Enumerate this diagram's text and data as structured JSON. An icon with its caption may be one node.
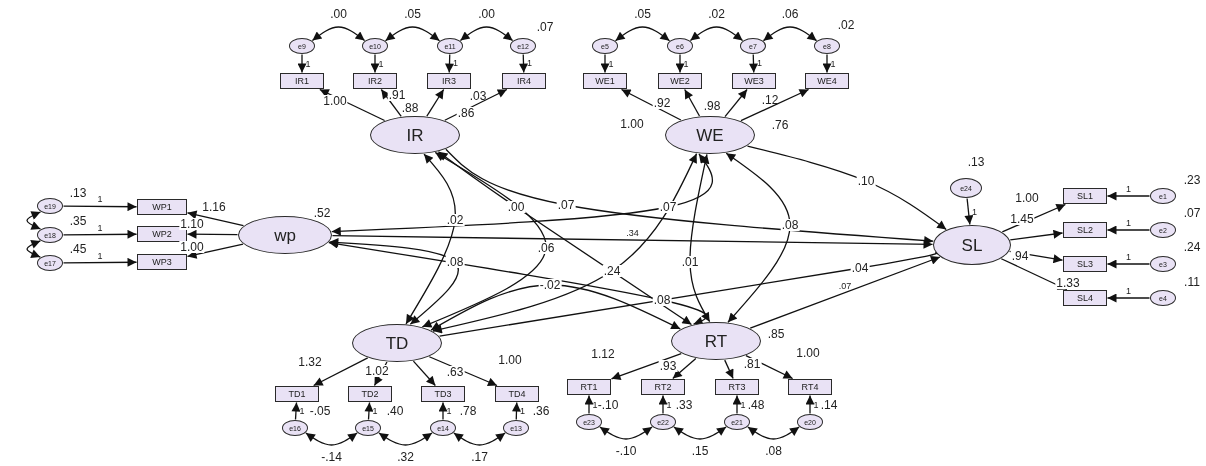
{
  "diagram": {
    "nodes": [
      {
        "text": [
          "e9"
        ]
      },
      {
        "text": [
          "e10"
        ]
      },
      {
        "text": [
          "e11"
        ]
      },
      {
        "text": [
          "e12"
        ]
      },
      {
        "text": [
          "e5"
        ]
      },
      {
        "text": [
          "e6"
        ]
      },
      {
        "text": [
          "e7"
        ]
      },
      {
        "text": [
          "e8"
        ]
      },
      {
        "text": [
          "IR1"
        ]
      },
      {
        "text": [
          "IR2"
        ]
      },
      {
        "text": [
          "IR3"
        ]
      },
      {
        "text": [
          "IR4"
        ]
      },
      {
        "text": [
          "WE1"
        ]
      },
      {
        "text": [
          "WE2"
        ]
      },
      {
        "text": [
          "WE3"
        ]
      },
      {
        "text": [
          "WE4"
        ]
      },
      {
        "text": [
          "IR"
        ]
      },
      {
        "text": [
          "WE"
        ]
      },
      {
        "text": [
          "e24"
        ]
      },
      {
        "text": [
          "e19"
        ]
      },
      {
        "text": [
          "WP1"
        ]
      },
      {
        "text": [
          "SL1"
        ]
      },
      {
        "text": [
          "e1"
        ]
      },
      {
        "text": [
          "e18"
        ]
      },
      {
        "text": [
          "WP2"
        ]
      },
      {
        "text": [
          "wp"
        ]
      },
      {
        "text": [
          "SL"
        ]
      },
      {
        "text": [
          "SL2"
        ]
      },
      {
        "text": [
          "e2"
        ]
      },
      {
        "text": [
          "e17"
        ]
      },
      {
        "text": [
          "WP3"
        ]
      },
      {
        "text": [
          "SL3"
        ]
      },
      {
        "text": [
          "e3"
        ]
      },
      {
        "text": [
          "SL4"
        ]
      },
      {
        "text": [
          "e4"
        ]
      },
      {
        "text": [
          "TD"
        ]
      },
      {
        "text": [
          "RT"
        ]
      },
      {
        "text": [
          "TD1"
        ]
      },
      {
        "text": [
          "TD2"
        ]
      },
      {
        "text": [
          "TD3"
        ]
      },
      {
        "text": [
          "TD4"
        ]
      },
      {
        "text": [
          "RT1"
        ]
      },
      {
        "text": [
          "RT2"
        ]
      },
      {
        "text": [
          "RT3"
        ]
      },
      {
        "text": [
          "RT4"
        ]
      },
      {
        "text": [
          "e16"
        ]
      },
      {
        "text": [
          "e15"
        ]
      },
      {
        "text": [
          "e14"
        ]
      },
      {
        "text": [
          "e13"
        ]
      },
      {
        "text": [
          "e23"
        ]
      },
      {
        "text": [
          "e22"
        ]
      },
      {
        "text": [
          "e21"
        ]
      },
      {
        "text": [
          "e20"
        ]
      }
    ],
    "edges": [
      {
        "from": 0,
        "to": 8,
        "arrow": "to",
        "label": "1"
      },
      {
        "from": 1,
        "to": 9,
        "arrow": "to",
        "label": "1"
      },
      {
        "from": 2,
        "to": 10,
        "arrow": "to",
        "label": "1"
      },
      {
        "from": 3,
        "to": 11,
        "arrow": "to",
        "label": "1"
      },
      {
        "from": 4,
        "to": 12,
        "arrow": "to",
        "label": "1"
      },
      {
        "from": 5,
        "to": 13,
        "arrow": "to",
        "label": "1"
      },
      {
        "from": 6,
        "to": 14,
        "arrow": "to",
        "label": "1"
      },
      {
        "from": 7,
        "to": 15,
        "arrow": "to",
        "label": "1"
      },
      {
        "from": 19,
        "to": 20,
        "arrow": "to",
        "label": "1"
      },
      {
        "from": 23,
        "to": 24,
        "arrow": "to",
        "label": "1"
      },
      {
        "from": 29,
        "to": 30,
        "arrow": "to",
        "label": "1"
      },
      {
        "from": 22,
        "to": 21,
        "arrow": "to",
        "label": "1"
      },
      {
        "from": 28,
        "to": 27,
        "arrow": "to",
        "label": "1"
      },
      {
        "from": 32,
        "to": 31,
        "arrow": "to",
        "label": "1"
      },
      {
        "from": 34,
        "to": 33,
        "arrow": "to",
        "label": "1"
      },
      {
        "from": 18,
        "to": 26,
        "arrow": "to",
        "label": "1"
      },
      {
        "from": 45,
        "to": 37,
        "arrow": "to",
        "label": "1"
      },
      {
        "from": 46,
        "to": 38,
        "arrow": "to",
        "label": "1"
      },
      {
        "from": 47,
        "to": 39,
        "arrow": "to",
        "label": "1"
      },
      {
        "from": 48,
        "to": 40,
        "arrow": "to",
        "label": "1"
      },
      {
        "from": 49,
        "to": 41,
        "arrow": "to",
        "label": "1"
      },
      {
        "from": 50,
        "to": 42,
        "arrow": "to",
        "label": "1"
      },
      {
        "from": 51,
        "to": 43,
        "arrow": "to",
        "label": "1"
      },
      {
        "from": 52,
        "to": 44,
        "arrow": "to",
        "label": "1"
      },
      {
        "from": 16,
        "to": 8,
        "arrow": "to",
        "label": "1.00"
      },
      {
        "from": 16,
        "to": 9,
        "arrow": "to",
        "label": ".91"
      },
      {
        "from": 16,
        "to": 10,
        "arrow": "to",
        "label": ".88"
      },
      {
        "from": 16,
        "to": 11,
        "arrow": "to",
        "label": ".86"
      },
      {
        "from": 17,
        "to": 12,
        "arrow": "to",
        "label": "1.00"
      },
      {
        "from": 17,
        "to": 13,
        "arrow": "to",
        "label": ".92"
      },
      {
        "from": 17,
        "to": 14,
        "arrow": "to",
        "label": ".98"
      },
      {
        "from": 17,
        "to": 15,
        "arrow": "to",
        "label": ".76"
      },
      {
        "from": 25,
        "to": 20,
        "arrow": "to",
        "label": "1.16"
      },
      {
        "from": 25,
        "to": 24,
        "arrow": "to",
        "label": "1.10"
      },
      {
        "from": 25,
        "to": 30,
        "arrow": "to",
        "label": "1.00"
      },
      {
        "from": 26,
        "to": 21,
        "arrow": "to",
        "label": "1.00"
      },
      {
        "from": 26,
        "to": 27,
        "arrow": "to",
        "label": "1.45"
      },
      {
        "from": 26,
        "to": 31,
        "arrow": "to",
        "label": ".94"
      },
      {
        "from": 26,
        "to": 33,
        "arrow": "to",
        "label": "1.33"
      },
      {
        "from": 35,
        "to": 37,
        "arrow": "to",
        "label": "1.32"
      },
      {
        "from": 35,
        "to": 38,
        "arrow": "to",
        "label": "1.02"
      },
      {
        "from": 35,
        "to": 39,
        "arrow": "to",
        "label": ".63"
      },
      {
        "from": 35,
        "to": 40,
        "arrow": "to",
        "label": "1.00"
      },
      {
        "from": 36,
        "to": 41,
        "arrow": "to",
        "label": "1.12"
      },
      {
        "from": 36,
        "to": 42,
        "arrow": "to",
        "label": ".93"
      },
      {
        "from": 36,
        "to": 43,
        "arrow": "to",
        "label": ".81"
      },
      {
        "from": 36,
        "to": 44,
        "arrow": "to",
        "label": "1.00"
      },
      {
        "from": 0,
        "to": 1,
        "arrow": "both",
        "label": ".00"
      },
      {
        "from": 1,
        "to": 2,
        "arrow": "both",
        "label": ".05"
      },
      {
        "from": 2,
        "to": 3,
        "arrow": "both",
        "label": ".00"
      },
      {
        "from": 4,
        "to": 5,
        "arrow": "both",
        "label": ".05"
      },
      {
        "from": 5,
        "to": 6,
        "arrow": "both",
        "label": ".02"
      },
      {
        "from": 6,
        "to": 7,
        "arrow": "both",
        "label": ".06"
      },
      {
        "from": 19,
        "to": 23,
        "arrow": "both"
      },
      {
        "from": 23,
        "to": 29,
        "arrow": "both"
      },
      {
        "from": 45,
        "to": 46,
        "arrow": "both",
        "label": "-.14"
      },
      {
        "from": 46,
        "to": 47,
        "arrow": "both",
        "label": ".32"
      },
      {
        "from": 47,
        "to": 48,
        "arrow": "both",
        "label": ".17"
      },
      {
        "from": 49,
        "to": 50,
        "arrow": "both",
        "label": "-.10"
      },
      {
        "from": 50,
        "to": 51,
        "arrow": "both",
        "label": ".15"
      },
      {
        "from": 51,
        "to": 52,
        "arrow": "both",
        "label": ".08"
      },
      {
        "from": 16,
        "to": 35,
        "arrow": "both",
        "label": ".02"
      },
      {
        "from": 25,
        "to": 35,
        "arrow": "both",
        "label": ".08"
      },
      {
        "from": 16,
        "to": 36,
        "arrow": "both",
        "label": ".00"
      },
      {
        "from": 16,
        "to": 26,
        "arrow": "to",
        "label": ".07"
      },
      {
        "from": 25,
        "to": 17,
        "arrow": "both",
        "label": ".07"
      },
      {
        "from": 16,
        "to": 35,
        "arrow": "both",
        "label": ".06"
      },
      {
        "from": 35,
        "to": 36,
        "arrow": "both",
        "label": "-.02"
      },
      {
        "from": 17,
        "to": 35,
        "arrow": "both",
        "label": ".24"
      },
      {
        "from": 17,
        "to": 36,
        "arrow": "both",
        "label": ".01"
      },
      {
        "from": 25,
        "to": 36,
        "arrow": "both",
        "label": ".08"
      },
      {
        "from": 25,
        "to": 26,
        "arrow": "to",
        "label": ".34"
      },
      {
        "from": 17,
        "to": 36,
        "arrow": "both",
        "label": ".08"
      },
      {
        "from": 17,
        "to": 26,
        "arrow": "to",
        "label": ".10"
      },
      {
        "from": 35,
        "to": 26,
        "arrow": "to",
        "label": ".04"
      },
      {
        "from": 36,
        "to": 26,
        "arrow": "to",
        "label": ".07"
      }
    ],
    "labels": [
      ".03",
      ".12",
      ".07",
      ".02",
      ".13",
      ".35",
      ".45",
      ".52",
      ".13",
      ".23",
      ".07",
      ".24",
      ".11",
      ".85",
      "-.05",
      ".40",
      ".78",
      ".36",
      "-.10",
      ".33",
      ".48",
      ".14"
    ]
  }
}
